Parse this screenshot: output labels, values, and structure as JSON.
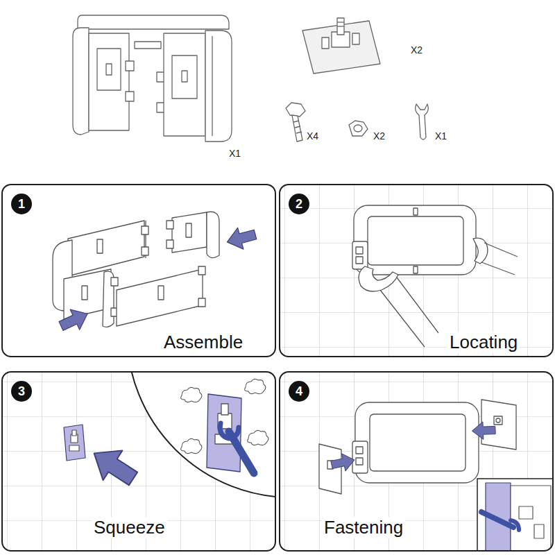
{
  "diagram": {
    "nodes": [
      {
        "text": [
          "Assemble"
        ]
      },
      {
        "text": [
          "1"
        ],
        "in": 0
      },
      {
        "text": [
          "Locating"
        ]
      },
      {
        "text": [
          "2"
        ],
        "in": 2
      },
      {
        "text": [
          "Squeeze"
        ]
      },
      {
        "text": [
          "3"
        ],
        "in": 4
      },
      {
        "text": [
          "Fastening"
        ]
      },
      {
        "text": [
          "4"
        ],
        "in": 6
      }
    ],
    "labels": [
      "X1",
      "X2",
      "X4",
      "X2",
      "X1"
    ]
  }
}
